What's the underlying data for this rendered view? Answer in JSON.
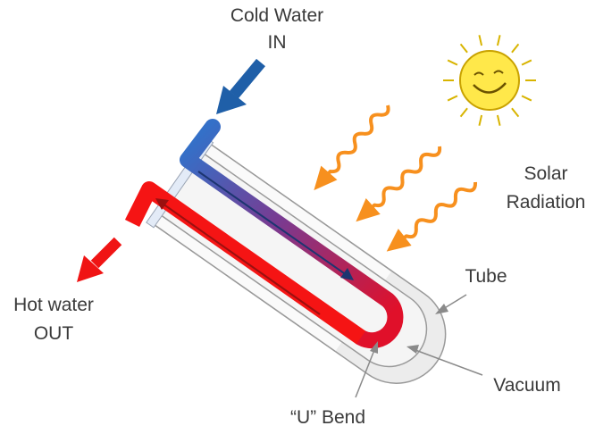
{
  "labels": {
    "cold_water": "Cold Water",
    "cold_in": "IN",
    "solar": "Solar",
    "radiation": "Radiation",
    "tube": "Tube",
    "hot_water": "Hot water",
    "hot_out": "OUT",
    "vacuum": "Vacuum",
    "u_bend": "“U” Bend"
  },
  "colors": {
    "cold": "#2f6bc6",
    "hot": "#f01010",
    "radiation": "#f7901e",
    "sun": "#ffe84a",
    "pointer": "#8a8a8a"
  }
}
